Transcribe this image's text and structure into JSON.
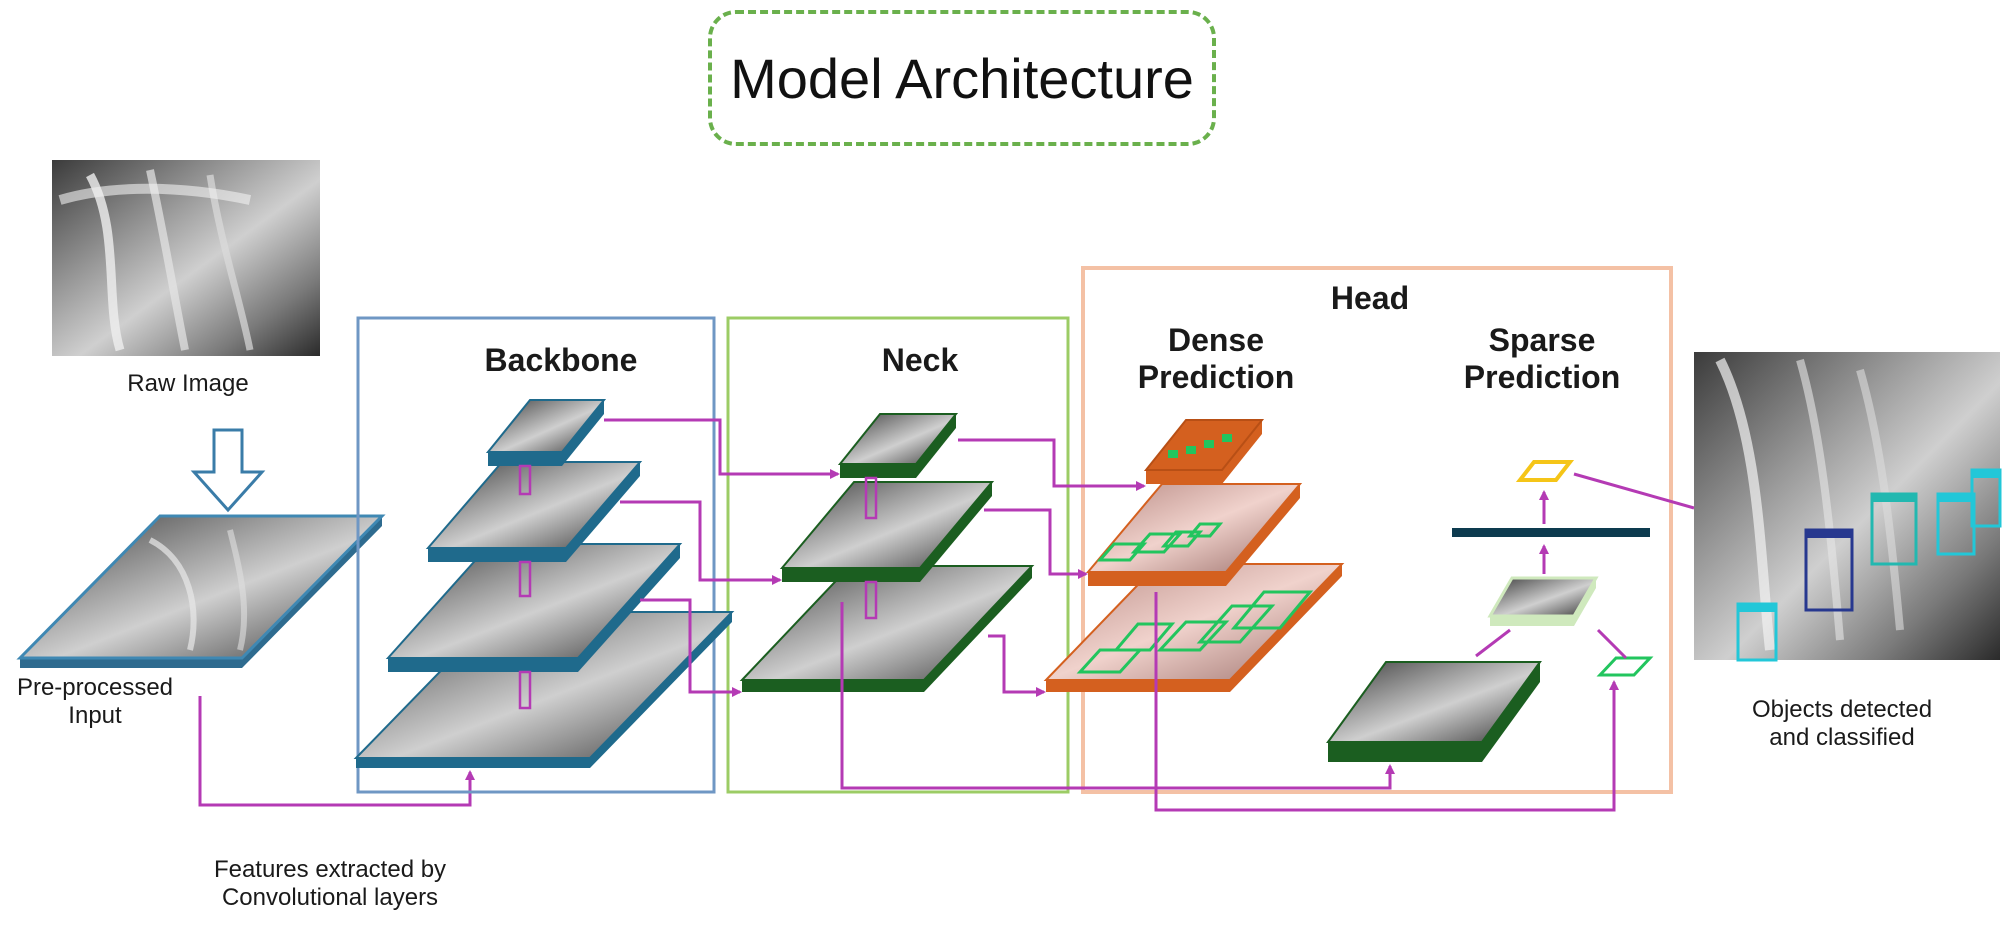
{
  "title": "Model Architecture",
  "labels": {
    "raw_image": "Raw Image",
    "preprocessed_line1": "Pre-processed",
    "preprocessed_line2": "Input",
    "backbone": "Backbone",
    "neck": "Neck",
    "head": "Head",
    "dense_line1": "Dense",
    "dense_line2": "Prediction",
    "sparse_line1": "Sparse",
    "sparse_line2": "Prediction",
    "features_line1": "Features extracted by",
    "features_line2": "Convolutional layers",
    "objects_line1": "Objects detected",
    "objects_line2": "and classified"
  },
  "colors": {
    "backbone_border": "#6f97c4",
    "backbone_layer": "#1f6a8c",
    "neck_border": "#9ccc65",
    "neck_layer": "#1b5e20",
    "head_border": "#f4c1a5",
    "head_layer": "#d4601f",
    "title_border": "#6ab04c",
    "connector": "#b43ab4",
    "detect_box": "#22c55e",
    "sparse_box": "#f5c518",
    "sparse_bar": "#0d3b4f",
    "sparse_feature": "#d9f2c9"
  }
}
